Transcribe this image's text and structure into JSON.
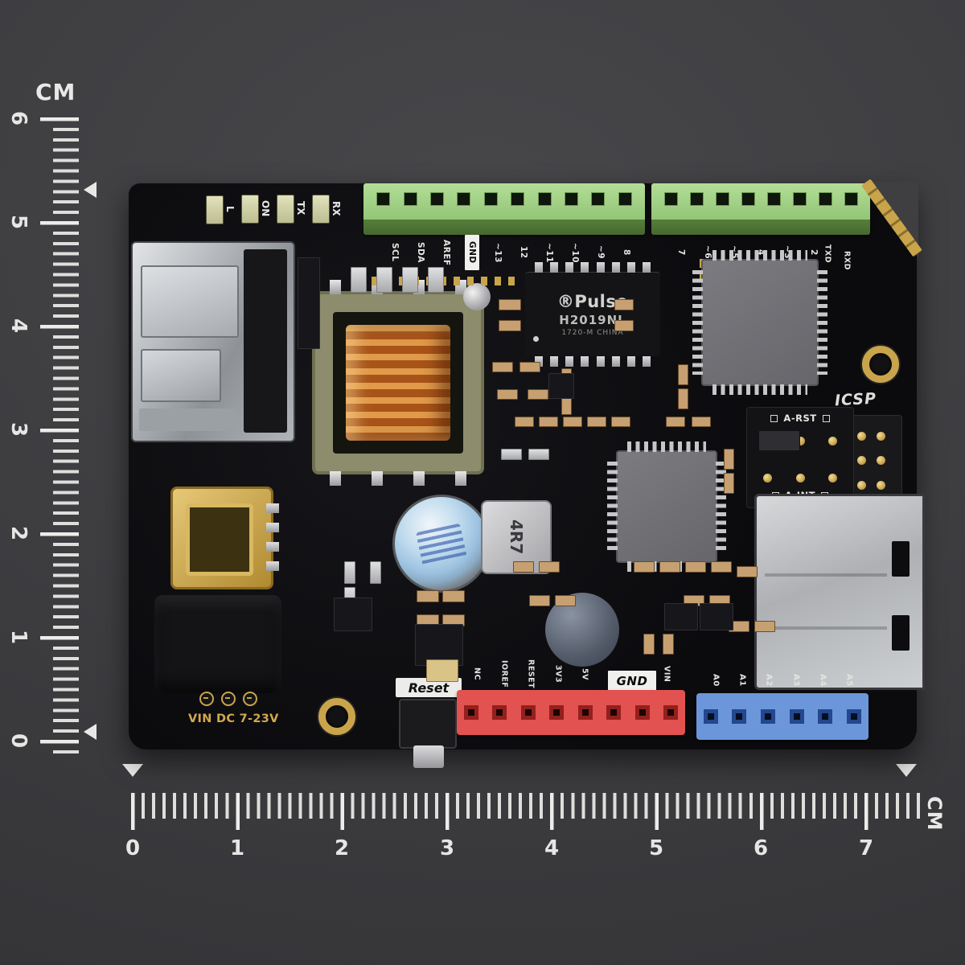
{
  "rulers": {
    "left": {
      "unit": "CM",
      "numbers": [
        "6",
        "5",
        "4",
        "3",
        "2",
        "1",
        "0"
      ]
    },
    "bottom": {
      "unit": "CM",
      "numbers": [
        "0",
        "1",
        "2",
        "3",
        "4",
        "5",
        "6",
        "7"
      ]
    }
  },
  "board": {
    "status_leds": [
      {
        "label": "L"
      },
      {
        "label": "ON"
      },
      {
        "label": "TX"
      },
      {
        "label": "RX"
      }
    ],
    "digital_pin_labels": [
      "SCL",
      "SDA",
      "AREF",
      "GND",
      "~13",
      "12",
      "~11",
      "~10",
      "~9",
      "8"
    ],
    "digital_pin_labels_right": [
      "7",
      "~6",
      "~5",
      "4",
      "~3",
      "2"
    ],
    "serial_edge_labels": [
      "TXD",
      "RXD"
    ],
    "ethernet_transformer_chip": {
      "brand": "®Pulse",
      "part": "H2019NL",
      "origin": "1720-M CHINA"
    },
    "icsp_label": "ICSP",
    "jumpers": {
      "top": "A-RST",
      "bottom": "A-INT"
    },
    "inductor_value": "4R7",
    "reset_label": "Reset",
    "gnd_badge": "GND",
    "power_pin_labels": [
      "NC",
      "IOREF",
      "RESET",
      "3V3",
      "5V",
      "VIN"
    ],
    "analog_pin_labels": [
      "A0",
      "A1",
      "A2",
      "A3",
      "A4",
      "A5"
    ],
    "power_input_label": "VIN DC 7-23V"
  },
  "colors": {
    "background": "#3d3d40",
    "pcb": "#0b0b0e",
    "terminal_green": "#9ed084",
    "header_red": "#e25250",
    "header_blue": "#6b97da",
    "gold": "#c9a44b",
    "ruler_white": "#e8e8e6"
  }
}
